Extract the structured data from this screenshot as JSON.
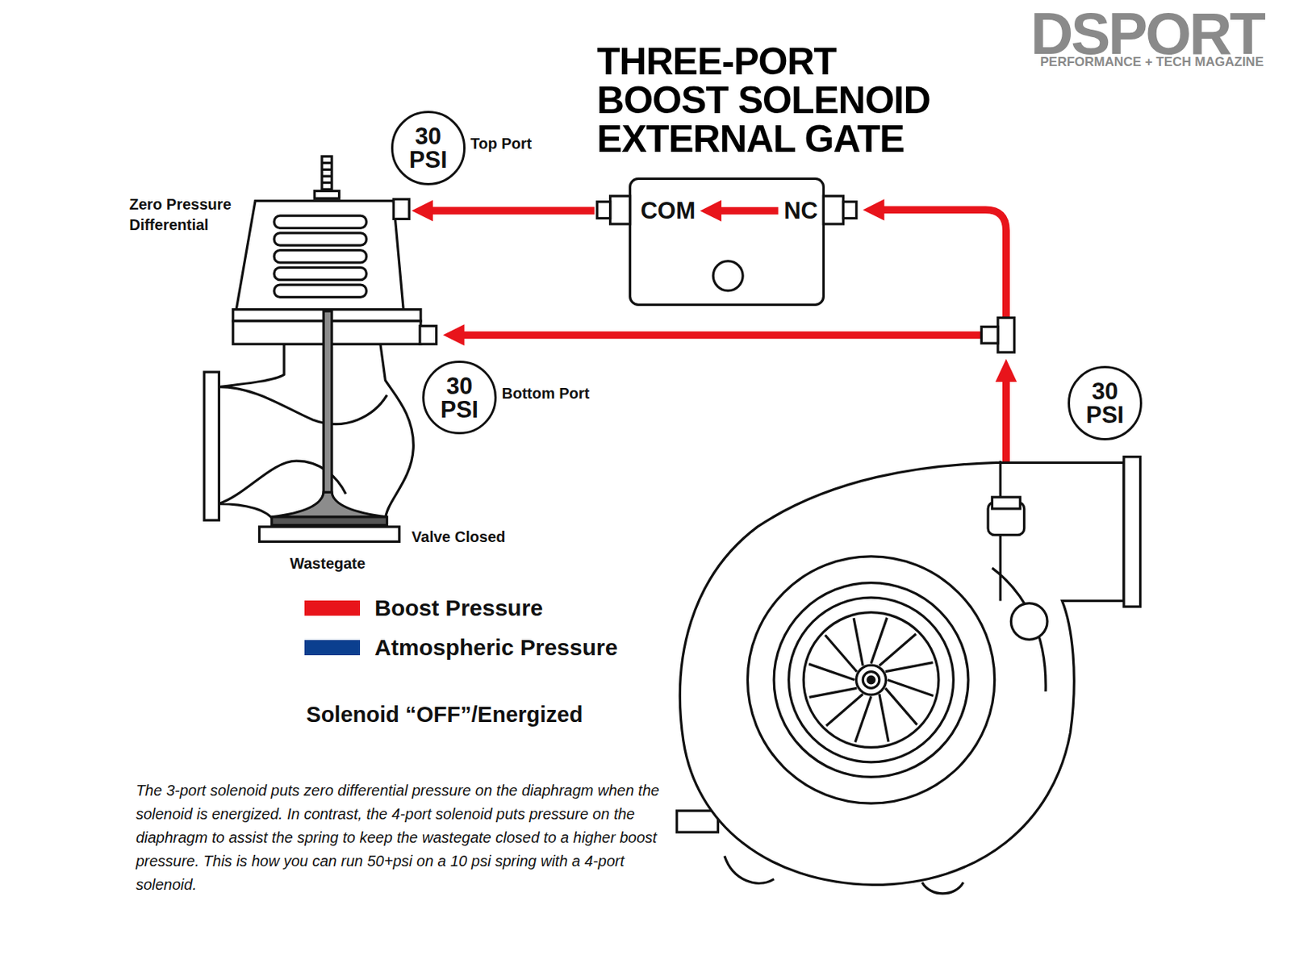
{
  "diagram": {
    "title": "THREE-PORT BOOST SOLENOID EXTERNAL GATE",
    "caption": "The 3-port solenoid puts zero differential pressure on the diaphragm when the solenoid is energized. In contrast, the 4-port solenoid puts pressure on the diaphragm to assist the spring to keep the wastegate closed to a higher boost pressure. This is how you can run 50+psi on a 10 psi spring with a 4-port solenoid.",
    "nodes": [
      {
        "text": [
          "30 PSI",
          "Top Port"
        ]
      },
      {
        "text": [
          "COM",
          "NC"
        ]
      },
      {
        "text": [
          "Wastegate"
        ]
      },
      {
        "text": [
          "30 PSI",
          "Bottom Port"
        ]
      },
      {
        "text": [
          "30 PSI"
        ]
      }
    ],
    "edges": [
      {
        "from": 1,
        "to": 2,
        "arrow": "to"
      }
    ],
    "labels": [
      "DSPORT",
      "PERFORMANCE + TECH MAGAZINE",
      "Zero Pressure Differential",
      "Valve Closed",
      "Solenoid “OFF”/Energized"
    ],
    "legend": [
      {
        "text": "Boost Pressure",
        "color": "#e8141b"
      },
      {
        "text": "Atmospheric Pressure",
        "color": "#0b3f8f"
      }
    ]
  }
}
